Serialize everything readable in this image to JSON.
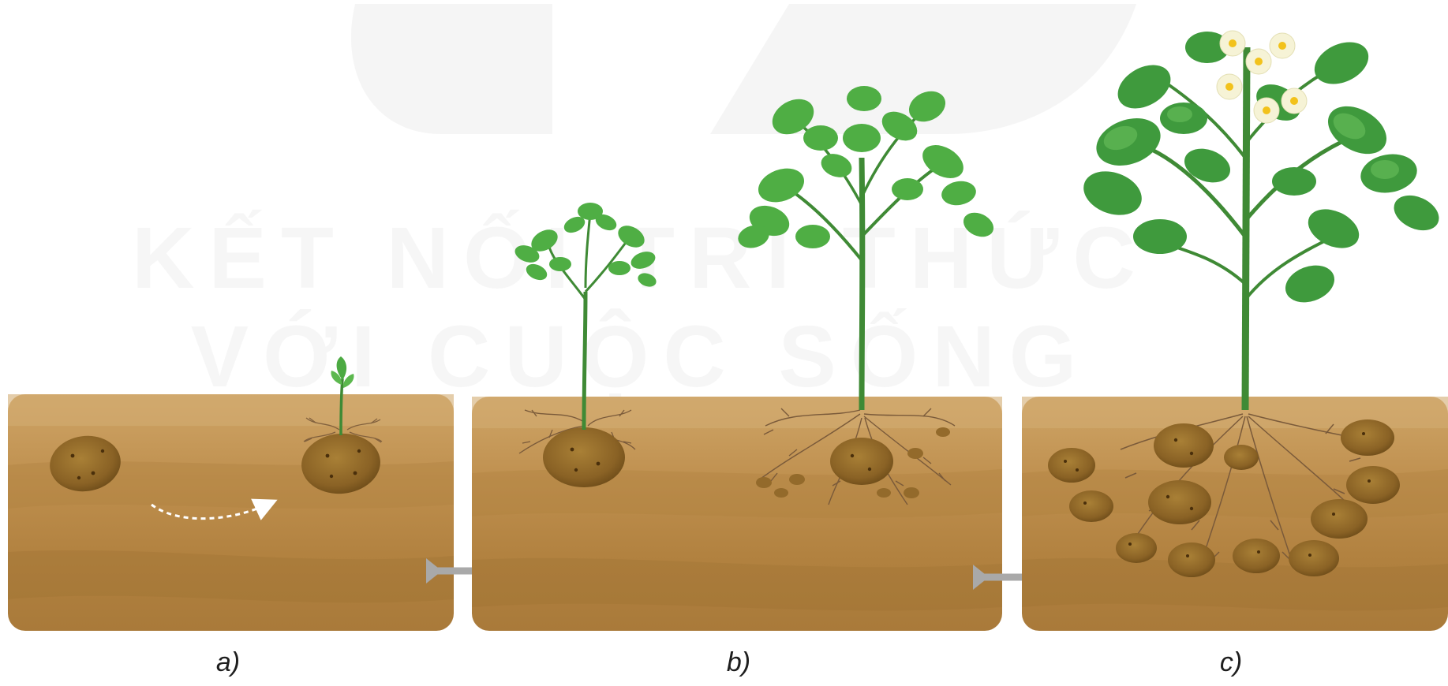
{
  "diagram": {
    "watermark": {
      "line1": "KẾT NỐI TRI THỨC",
      "line2": "VỚI CUỘC SỐNG"
    },
    "panels": [
      {
        "id": "a",
        "label": "a)"
      },
      {
        "id": "b",
        "label": "b)"
      },
      {
        "id": "c",
        "label": "c)"
      }
    ],
    "colors": {
      "soil_light": "#c79a5c",
      "soil_mid": "#b68748",
      "soil_dark": "#a57839",
      "tuber": "#8b6426",
      "leaf": "#3f9a3d",
      "leaf_light": "#6cc05a",
      "root": "#7a5a3a",
      "arrow": "#a9a9a9",
      "flower": "#f6f3d6",
      "flower_center": "#f2c21b"
    }
  }
}
